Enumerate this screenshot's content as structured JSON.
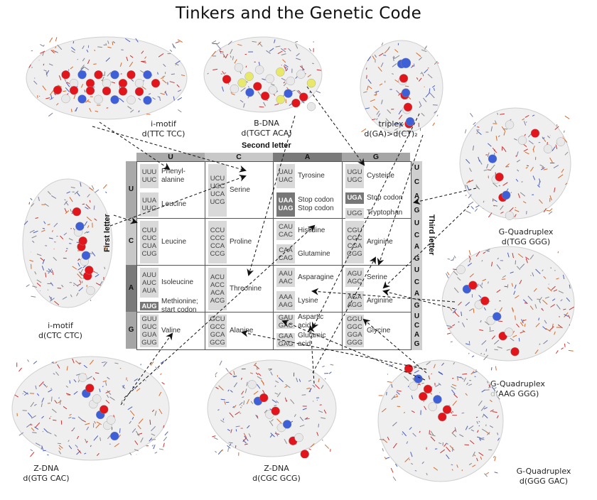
{
  "title": "Tinkers and the Genetic Code",
  "molecules": [
    {
      "id": "imotif-ttc",
      "name": "i-motif",
      "seq": "d(TTC TCC)"
    },
    {
      "id": "bdna",
      "name": "B-DNA",
      "seq": "d(TGCT ACA)"
    },
    {
      "id": "triplex",
      "name": "triplex",
      "seq": "d(GA)>d(CT)₂"
    },
    {
      "id": "gq-tgg",
      "name": "G-Quadruplex",
      "seq": "d(TGG GGG)"
    },
    {
      "id": "imotif-ctc",
      "name": "i-motif",
      "seq": "d(CTC CTC)"
    },
    {
      "id": "gq-aag",
      "name": "G-Quadruplex",
      "seq": "d(AAG GGG)"
    },
    {
      "id": "zdna-gtg",
      "name": "Z-DNA",
      "seq": "d(GTG CAC)"
    },
    {
      "id": "zdna-cgc",
      "name": "Z-DNA",
      "seq": "d(CGC GCG)"
    },
    {
      "id": "gq-ggg",
      "name": "G-Quadruplex",
      "seq": "d(GGG GAC)"
    }
  ],
  "table": {
    "second_letter_label": "Second letter",
    "first_letter_label": "First letter",
    "third_letter_label": "Third letter",
    "columns": [
      "U",
      "C",
      "A",
      "G"
    ],
    "rows": [
      "U",
      "C",
      "A",
      "G"
    ],
    "third_letters": [
      "U",
      "C",
      "A",
      "G",
      "U",
      "C",
      "A",
      "G",
      "U",
      "C",
      "A",
      "G",
      "U",
      "C",
      "A",
      "G"
    ],
    "colors": {
      "U": "#aaaaaa",
      "C": "#c8c8c8",
      "A": "#7a7a7a",
      "G": "#a6a6a6"
    },
    "cells": [
      [
        {
          "blocks": [
            {
              "codons": [
                "UUU",
                "UUC"
              ],
              "aa": "Phenyl-\nalanine"
            },
            {
              "codons": [
                "UUA",
                "UUG"
              ],
              "aa": "Leucine"
            }
          ]
        },
        {
          "blocks": [
            {
              "codons": [
                "UCU",
                "UCC",
                "UCA",
                "UCG"
              ],
              "aa": "Serine"
            }
          ]
        },
        {
          "blocks": [
            {
              "codons": [
                "UAU",
                "UAC"
              ],
              "aa": "Tyrosine"
            },
            {
              "codons": [
                "UAA",
                "UAG"
              ],
              "aa": "Stop codon\nStop codon",
              "dark": true
            }
          ]
        },
        {
          "blocks": [
            {
              "codons": [
                "UGU",
                "UGC"
              ],
              "aa": "Cysteine"
            },
            {
              "codons": [
                "UGA"
              ],
              "aa": "Stop codon",
              "dark": true
            },
            {
              "codons": [
                "UGG"
              ],
              "aa": "Tryptophan"
            }
          ]
        }
      ],
      [
        {
          "blocks": [
            {
              "codons": [
                "CUU",
                "CUC",
                "CUA",
                "CUG"
              ],
              "aa": "Leucine"
            }
          ]
        },
        {
          "blocks": [
            {
              "codons": [
                "CCU",
                "CCC",
                "CCA",
                "CCG"
              ],
              "aa": "Proline"
            }
          ]
        },
        {
          "blocks": [
            {
              "codons": [
                "CAU",
                "CAC"
              ],
              "aa": "Histidine"
            },
            {
              "codons": [
                "CAA",
                "CAG"
              ],
              "aa": "Glutamine"
            }
          ]
        },
        {
          "blocks": [
            {
              "codons": [
                "CGU",
                "CGC",
                "CGA",
                "CGG"
              ],
              "aa": "Arginine"
            }
          ]
        }
      ],
      [
        {
          "blocks": [
            {
              "codons": [
                "AUU",
                "AUC",
                "AUA"
              ],
              "aa": "Isoleucine"
            },
            {
              "codons": [
                "AUG"
              ],
              "aa": "Methionine;\nstart codon",
              "dark": true
            }
          ]
        },
        {
          "blocks": [
            {
              "codons": [
                "ACU",
                "ACC",
                "ACA",
                "ACG"
              ],
              "aa": "Threonine"
            }
          ]
        },
        {
          "blocks": [
            {
              "codons": [
                "AAU",
                "AAC"
              ],
              "aa": "Asparagine"
            },
            {
              "codons": [
                "AAA",
                "AAG"
              ],
              "aa": "Lysine"
            }
          ]
        },
        {
          "blocks": [
            {
              "codons": [
                "AGU",
                "AGC"
              ],
              "aa": "Serine"
            },
            {
              "codons": [
                "AGA",
                "AGG"
              ],
              "aa": "Arginine"
            }
          ]
        }
      ],
      [
        {
          "blocks": [
            {
              "codons": [
                "GUU",
                "GUC",
                "GUA",
                "GUG"
              ],
              "aa": "Valine"
            }
          ]
        },
        {
          "blocks": [
            {
              "codons": [
                "GCU",
                "GCC",
                "GCA",
                "GCG"
              ],
              "aa": "Alanine"
            }
          ]
        },
        {
          "blocks": [
            {
              "codons": [
                "GAU",
                "GAC"
              ],
              "aa": "Aspartic\nacid"
            },
            {
              "codons": [
                "GAA",
                "GAG"
              ],
              "aa": "Glutamic\nacid"
            }
          ]
        },
        {
          "blocks": [
            {
              "codons": [
                "GGU",
                "GGC",
                "GGA",
                "GGG"
              ],
              "aa": "Glycine"
            }
          ]
        }
      ]
    ]
  },
  "arrows": [
    {
      "from": "imotif-ttc",
      "to": "Phenylalanine"
    },
    {
      "from": "imotif-ttc",
      "to": "Serine (UCx)"
    },
    {
      "from": "bdna",
      "to": "Cysteine"
    },
    {
      "from": "bdna",
      "to": "Threonine"
    },
    {
      "from": "triplex",
      "to": "Arginine (AGx)"
    },
    {
      "from": "triplex",
      "to": "Aspartic acid"
    },
    {
      "from": "gq-tgg",
      "to": "Tryptophan"
    },
    {
      "from": "gq-tgg",
      "to": "Glycine"
    },
    {
      "from": "imotif-ctc",
      "to": "Leucine (CUx)"
    },
    {
      "from": "imotif-ctc",
      "to": "Serine (UCx)"
    },
    {
      "from": "gq-aag",
      "to": "Lysine"
    },
    {
      "from": "gq-aag",
      "to": "Glycine"
    },
    {
      "from": "zdna-gtg",
      "to": "Valine"
    },
    {
      "from": "zdna-gtg",
      "to": "Histidine"
    },
    {
      "from": "zdna-cgc",
      "to": "Arginine (CGx)"
    },
    {
      "from": "zdna-cgc",
      "to": "Glutamic acid"
    },
    {
      "from": "gq-ggg",
      "to": "Glycine"
    },
    {
      "from": "gq-ggg",
      "to": "Alanine"
    },
    {
      "from": "gq-ggg",
      "to": "Aspartic acid"
    }
  ]
}
